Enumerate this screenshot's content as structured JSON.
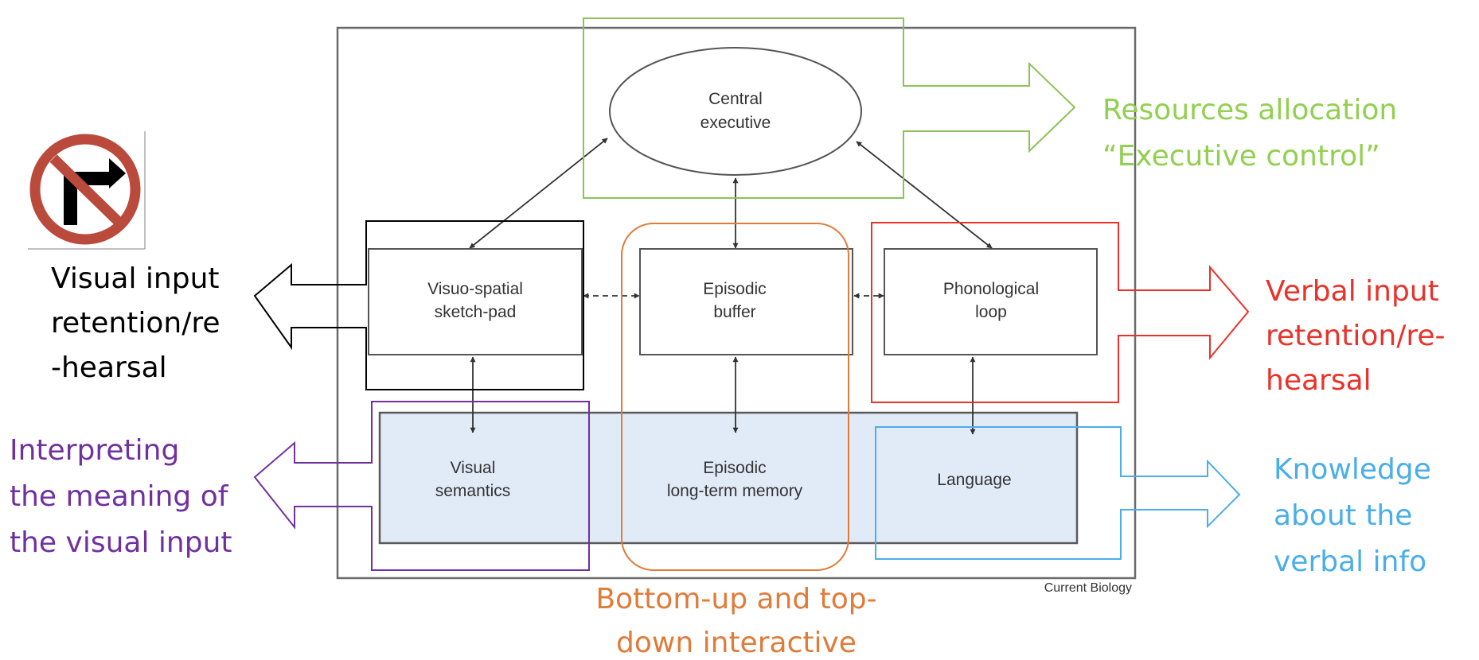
{
  "colors": {
    "frame": "#6b6b6b",
    "node_stroke": "#555555",
    "node_text": "#333333",
    "ltm_fill": "#e1ebf8",
    "arrow": "#333333",
    "green": "#8cc257",
    "green_text": "#92d050",
    "black": "#000000",
    "orange": "#e07b39",
    "red": "#e8322a",
    "purple": "#7030a0",
    "blue": "#4aaee8",
    "sign_red": "#b94a3c"
  },
  "model": {
    "central_executive": [
      "Central",
      "executive"
    ],
    "visuo_spatial": [
      "Visuo-spatial",
      "sketch-pad"
    ],
    "episodic_buffer": [
      "Episodic",
      "buffer"
    ],
    "phonological_loop": [
      "Phonological",
      "loop"
    ],
    "visual_semantics": [
      "Visual",
      "semantics"
    ],
    "episodic_ltm": [
      "Episodic",
      "long-term memory"
    ],
    "language": [
      "Language"
    ],
    "credit": "Current Biology"
  },
  "annotations": {
    "executive": [
      "Resources allocation",
      "“Executive control”"
    ],
    "visual_retention": [
      "Visual input",
      "retention/re",
      "-hearsal"
    ],
    "visual_meaning": [
      "Interpreting",
      "the meaning of",
      "the visual input"
    ],
    "verbal_retention": [
      "Verbal input",
      "retention/re-",
      "hearsal"
    ],
    "verbal_knowledge": [
      "Knowledge",
      "about the",
      "verbal info"
    ],
    "interactive": [
      "Bottom-up and top-",
      "down interactive"
    ]
  },
  "icons": {
    "sign": "no-right-turn-icon"
  }
}
